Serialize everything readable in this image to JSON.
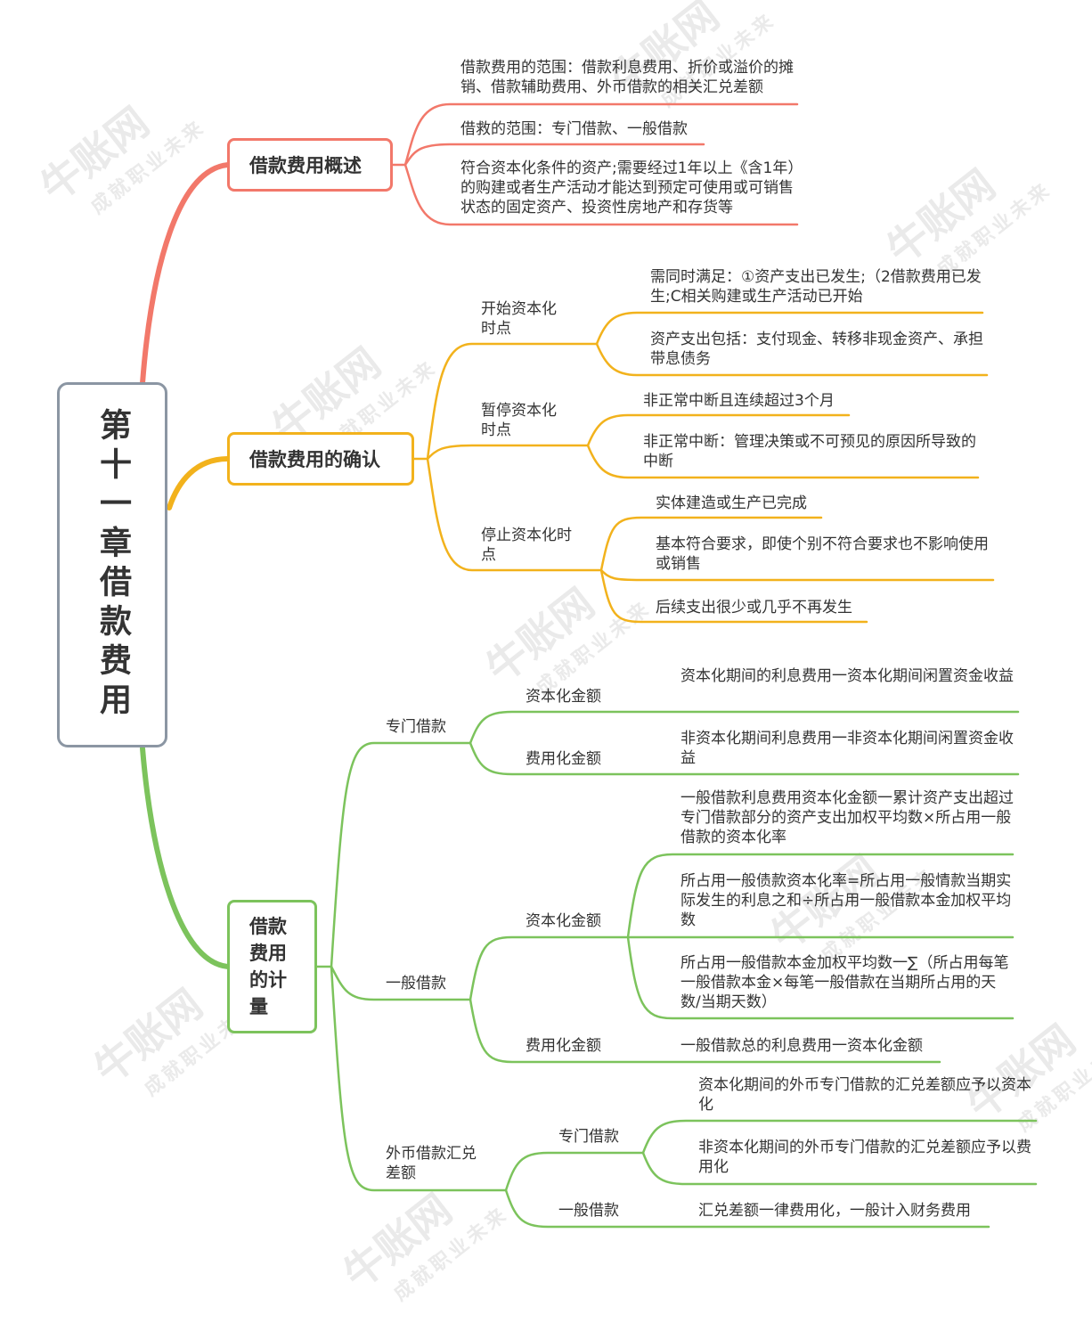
{
  "root": {
    "title": "第十一章借款费用"
  },
  "colors": {
    "red": "#f2786a",
    "yellow": "#f2b21c",
    "green": "#7cc35c",
    "root_border": "#8b96a3"
  },
  "watermark": {
    "brand": "牛账网",
    "slogan": "成就职业未来"
  },
  "branch1": {
    "title": "借款费用概述",
    "items": [
      "借款费用的范围：借款利息费用、折价或溢价的摊销、借款辅助费用、外币借款的相关汇兑差额",
      "借救的范围：专门借款、一般借款",
      "符合资本化条件的资产;需要经过1年以上《含1年）的购建或者生产活动才能达到预定可使用或可销售状态的固定资产、投资性房地产和存货等"
    ]
  },
  "branch2": {
    "title": "借款费用的确认",
    "subs": [
      {
        "label": "开始资本化时点",
        "items": [
          "需同时满足：①资产支出已发生;（2借款费用已发生;C相关购建或生产活动已开始",
          "资产支出包括：支付现金、转移非现金资产、承担带息债务"
        ]
      },
      {
        "label": "暂停资本化时点",
        "items": [
          "非正常中断且连续超过3个月",
          "非正常中断：管理决策或不可预见的原因所导致的中断"
        ]
      },
      {
        "label": "停止资本化时点",
        "items": [
          "实体建造或生产已完成",
          "基本符合要求，即使个别不符合要求也不影响使用或销售",
          "后续支出很少或几乎不再发生"
        ]
      }
    ]
  },
  "branch3": {
    "title": "借款费用的计量",
    "special": {
      "label": "专门借款",
      "cap_label": "资本化金额",
      "cap_text": "资本化期间的利息费用一资本化期间闲置资金收益",
      "exp_label": "费用化金额",
      "exp_text": "非资本化期间利息费用一非资本化期间闲置资金收益"
    },
    "general": {
      "label": "一般借款",
      "cap_label": "资本化金额",
      "cap_items": [
        "一般借款利息费用资本化金额一累计资产支出超过专门借款部分的资产支出加权平均数×所占用一般借款的资本化率",
        "所占用一般债款资本化率=所占用一般情款当期实际发生的利息之和÷所占用一般借款本金加权平均数",
        "所占用一般借款本金加权平均数一∑（所占用每笔一般借款本金×每笔一般借款在当期所占用的天数/当期天数）"
      ],
      "exp_label": "费用化金额",
      "exp_text": "一般借款总的利息费用一资本化金额"
    },
    "fx": {
      "label": "外币借款汇兑差额",
      "special_label": "专门借款",
      "special_items": [
        "资本化期间的外币专门借款的汇兑差额应予以资本化",
        "非资本化期间的外币专门借款的汇兑差额应予以费用化"
      ],
      "general_label": "一般借款",
      "general_text": "汇兑差额一律费用化，一般计入财务费用"
    }
  }
}
